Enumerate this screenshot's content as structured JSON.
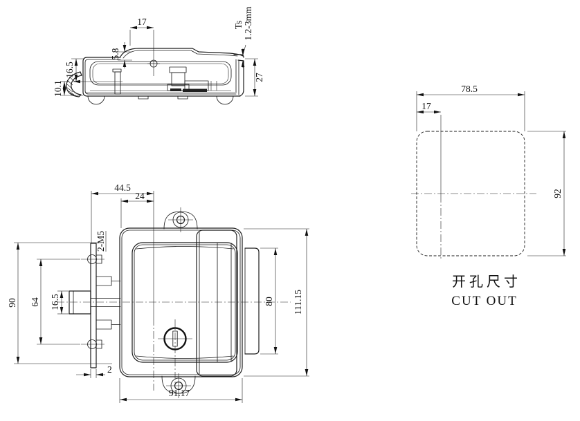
{
  "side_view": {
    "dim_paddle_width": "17",
    "dim_paddle_height": "5.8",
    "dim_body_height": "16.5",
    "dim_base_height": "10.1",
    "panel_thickness_label": "Ts",
    "panel_thickness_value": "1.2-3mm",
    "dim_depth": "27"
  },
  "front_view": {
    "dim_offset_a": "44.5",
    "dim_offset_b": "24",
    "stud_label": "2-M5",
    "dim_plate_height": "90",
    "dim_stud_spacing": "64",
    "dim_pawl_height": "16.5",
    "dim_housing_height": "80",
    "dim_total_height": "111.15",
    "dim_plate_thickness": "2",
    "dim_total_width": "91.17"
  },
  "cutout_view": {
    "dim_width": "78.5",
    "dim_offset": "17",
    "dim_height": "92",
    "title_cn": "开孔尺寸",
    "title_en": "CUT OUT"
  }
}
